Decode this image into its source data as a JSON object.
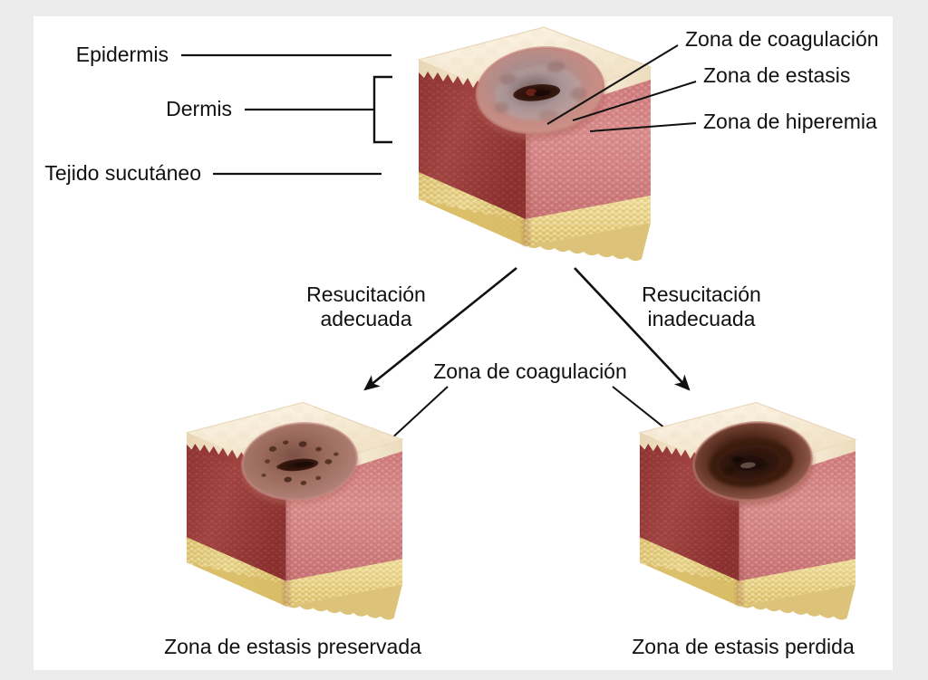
{
  "figure": {
    "title": "Zonas de la quemadura (modelo de Jackson) y efecto de la resucitacion",
    "language": "es",
    "background_color": "#ececec",
    "canvas_color": "#ffffff",
    "text_color": "#111111"
  },
  "colors": {
    "epidermis_top": "#f3e3c8",
    "epidermis_top_light": "#fbf3e2",
    "epidermis_edge": "#e0c9a4",
    "dermis_side_dark": "#9c3a36",
    "dermis_front_pink": "#d07f7f",
    "dermis_front_pink_light": "#de9a9a",
    "fat_yellow": "#e8d088",
    "fat_yellow_dark": "#d3b75f",
    "wound_hyperemia": "#cf8f8a",
    "wound_stasis": "#a98d90",
    "wound_coagulation": "#3a1b12",
    "wound_preserved": "#9e6a5c",
    "wound_lost": "#4a2317",
    "line_black": "#111111"
  },
  "labels_top_left": [
    {
      "id": "epidermis",
      "text": "Epidermis"
    },
    {
      "id": "dermis",
      "text": "Dermis"
    },
    {
      "id": "tejido-subcutaneo",
      "text": "Tejido sucutáneo"
    }
  ],
  "labels_top_right": [
    {
      "id": "zona-coagulacion",
      "text": "Zona de coagulación"
    },
    {
      "id": "zona-estasis",
      "text": "Zona de estasis"
    },
    {
      "id": "zona-hiperemia",
      "text": "Zona de hiperemia"
    }
  ],
  "branches": [
    {
      "id": "left",
      "line1": "Resucitación",
      "line2": "adecuada"
    },
    {
      "id": "right",
      "line1": "Resucitación",
      "line2": "inadecuada"
    }
  ],
  "middle_label": {
    "id": "zona-coagulacion-inferior",
    "text": "Zona de coagulación"
  },
  "captions": [
    {
      "id": "estasis-preservada",
      "text": "Zona de estasis preservada"
    },
    {
      "id": "estasis-perdida",
      "text": "Zona de estasis perdida"
    }
  ],
  "blocks": [
    {
      "id": "block-top",
      "role": "quemadura-inicial",
      "wound_state": "tres zonas visibles",
      "layers": [
        "Epidermis",
        "Dermis",
        "Tejido sucutáneo"
      ]
    },
    {
      "id": "block-bottom-left",
      "role": "resucitacion-adecuada",
      "wound_state": "zona de estasis preservada",
      "layers": [
        "Epidermis",
        "Dermis",
        "Tejido sucutáneo"
      ]
    },
    {
      "id": "block-bottom-right",
      "role": "resucitacion-inadecuada",
      "wound_state": "zona de estasis perdida",
      "layers": [
        "Epidermis",
        "Dermis",
        "Tejido sucutáneo"
      ]
    }
  ]
}
